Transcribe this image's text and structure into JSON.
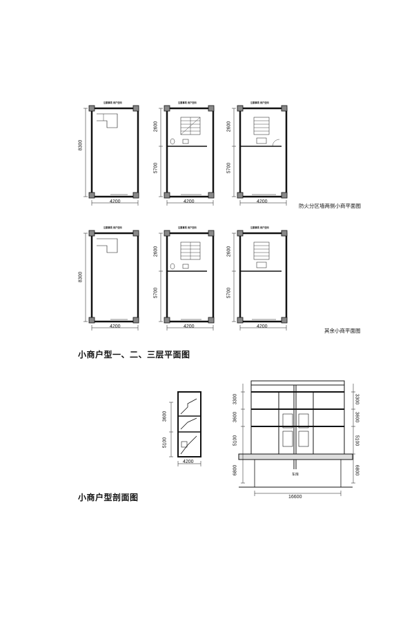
{
  "plans": {
    "note_label": "注意事项",
    "note_label2": "用户空间",
    "dims": {
      "width": "4200",
      "total_height": "8300",
      "upper": "2600",
      "lower": "5700"
    },
    "row1_caption": "防火分区墙两侧小商平面图",
    "row2_caption": "其余小商平面图",
    "heading": "小商户型一、二、三层平面图"
  },
  "sections": {
    "left_dims": {
      "h1": "3600",
      "h2": "5100",
      "width": "4200"
    },
    "right_dims": {
      "h_top": "3300",
      "h1": "3600",
      "h2": "5100",
      "h_base": "6800",
      "width": "16600"
    },
    "garage_label": "车库",
    "heading": "小商户型剖面图"
  }
}
